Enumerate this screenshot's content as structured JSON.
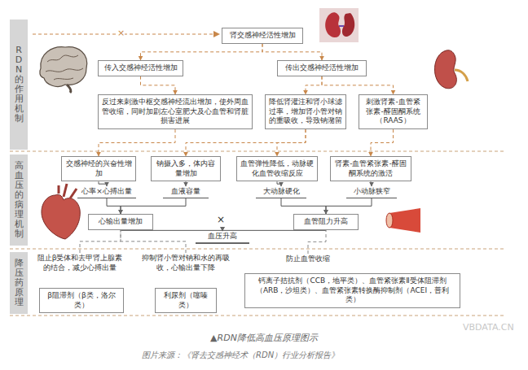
{
  "diagram": {
    "caption": "▲RDN降低高血压原理图示",
    "nodes": [
      {
        "text": [
          "RDN的作用机制"
        ]
      },
      {
        "text": [
          "肾交感神经活性增加"
        ]
      },
      {
        "text": [
          "传入交感神经活性增加"
        ]
      },
      {
        "text": [
          "传出交感神经活性增加"
        ]
      },
      {
        "text": [
          "反过来刺激中枢交感神经流出增加，使外周血管收缩，同时加剧左心室肥大及心血管和肾脏损害进展"
        ]
      },
      {
        "text": [
          "降低肾灌注和肾小球滤过率，增加肾小管对钠的重吸收，导致钠潴留"
        ]
      },
      {
        "text": [
          "刺激肾素-血管紧张素-醛固酮系统（RAAS）"
        ]
      },
      {
        "text": [
          "高血压的病理机制"
        ]
      },
      {
        "text": [
          "交感神经的兴奋性增加"
        ]
      },
      {
        "text": [
          "钠摄入多，体内容量增加"
        ]
      },
      {
        "text": [
          "血管弹性降低，动脉硬化血管收缩反应"
        ]
      },
      {
        "text": [
          "肾素-血管紧张素-醛固酮系统的激活"
        ]
      },
      {
        "text": [
          "心率×心搏出量"
        ]
      },
      {
        "text": [
          "血液容量"
        ]
      },
      {
        "text": [
          "大动脉硬化"
        ]
      },
      {
        "text": [
          "小动脉狭窄"
        ]
      },
      {
        "text": [
          "心输出量增加"
        ]
      },
      {
        "text": [
          "血管阻力升高"
        ]
      },
      {
        "text": [
          "血压升高"
        ]
      },
      {
        "text": [
          "降压药原理"
        ]
      },
      {
        "text": [
          "阻止β受体和去甲肾上腺素的结合，减少心搏出量"
        ]
      },
      {
        "text": [
          "β阻滞剂（β类，洛尔类）"
        ]
      },
      {
        "text": [
          "抑制肾小管对钠和水的再吸收，心输出量下降"
        ]
      },
      {
        "text": [
          "利尿剂（噻嗪类）"
        ]
      },
      {
        "text": [
          "防止血管收缩"
        ]
      },
      {
        "text": [
          "钙离子拮抗剂（CCB，地平类）、血管紧张素Ⅱ受体阻滞剂（ARB，沙坦类）、血管紧张素转换酶抑制剂（ACEI，普利类）"
        ]
      }
    ],
    "edges": [
      {
        "from": 1,
        "to": 2,
        "arrow": "to"
      },
      {
        "from": 1,
        "to": 3,
        "arrow": "to"
      },
      {
        "from": 2,
        "to": 4,
        "arrow": "to"
      },
      {
        "from": 3,
        "to": 5,
        "arrow": "to"
      },
      {
        "from": 3,
        "to": 6,
        "arrow": "to"
      },
      {
        "from": 4,
        "to": 8,
        "arrow": "to"
      },
      {
        "from": 5,
        "to": 9,
        "arrow": "to"
      },
      {
        "from": 5,
        "to": 10,
        "arrow": "to"
      },
      {
        "from": 6,
        "to": 11,
        "arrow": "to"
      },
      {
        "from": 8,
        "to": 12,
        "arrow": "to"
      },
      {
        "from": 9,
        "to": 13,
        "arrow": "to"
      },
      {
        "from": 10,
        "to": 14,
        "arrow": "to"
      },
      {
        "from": 11,
        "to": 15,
        "arrow": "to"
      },
      {
        "from": 12,
        "to": 16,
        "arrow": "to"
      },
      {
        "from": 13,
        "to": 16,
        "arrow": "to"
      },
      {
        "from": 14,
        "to": 17,
        "arrow": "to"
      },
      {
        "from": 15,
        "to": 17,
        "arrow": "to"
      },
      {
        "from": 16,
        "to": 18,
        "arrow": "to"
      },
      {
        "from": 17,
        "to": 18,
        "arrow": "to"
      },
      {
        "from": 20,
        "to": 16,
        "arrow": "none"
      },
      {
        "from": 22,
        "to": 16,
        "arrow": "none"
      },
      {
        "from": 24,
        "to": 17,
        "arrow": "none"
      }
    ],
    "labels": [
      "×",
      "×",
      "VBDATA.CN",
      "图片来源：《肾去交感神经术（RDN）行业分析报告》"
    ]
  }
}
